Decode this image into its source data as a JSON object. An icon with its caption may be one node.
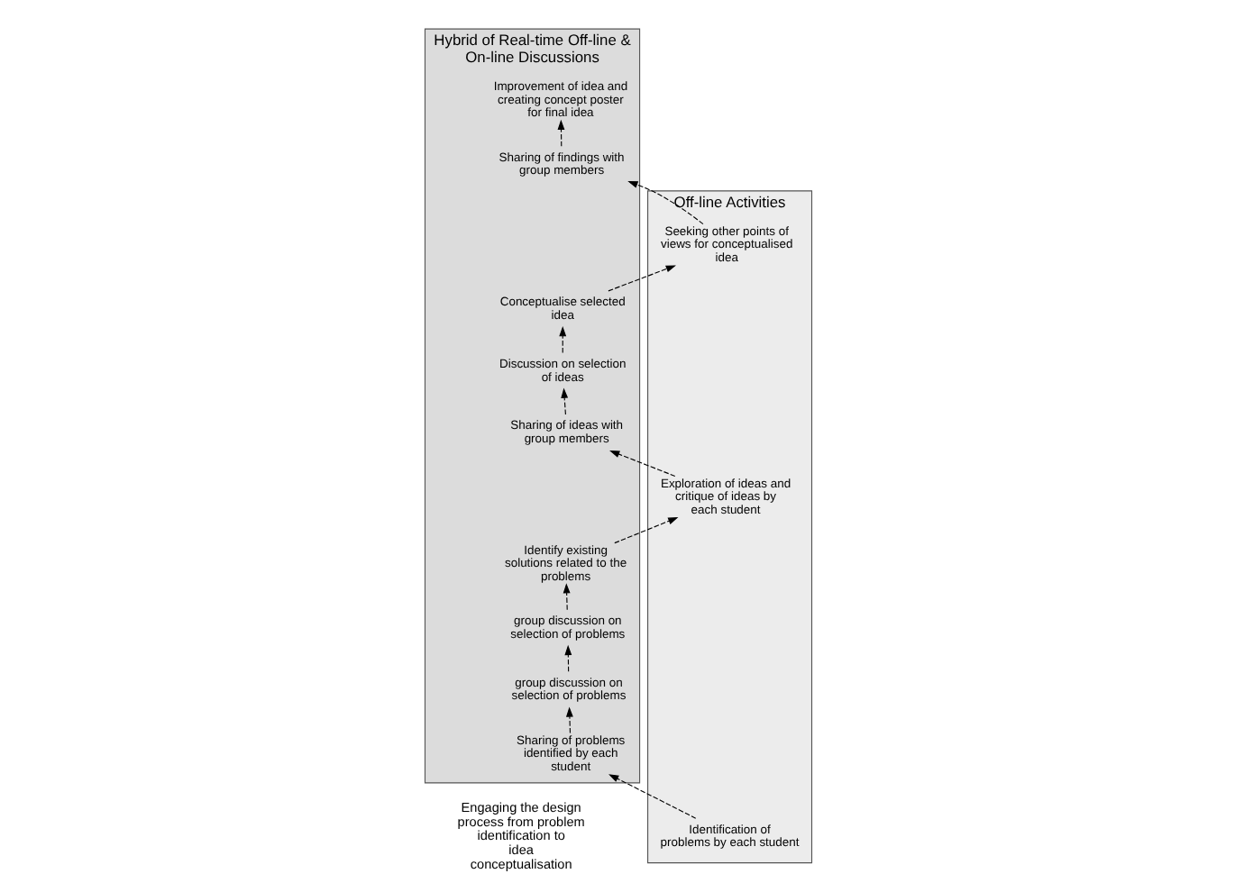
{
  "diagram": {
    "nodes": [
      {
        "text": [
          "Off-line Activities"
        ]
      },
      {
        "text": [
          "Hybrid of Real-time Off-line & On-line Discussions"
        ]
      },
      {
        "text": [
          "Improvement of idea and creating concept poster for final idea"
        ],
        "in": 1
      },
      {
        "text": [
          "Sharing of findings with group members"
        ],
        "in": 1
      },
      {
        "text": [
          "Seeking other points of views for conceptualised idea"
        ],
        "in": 0
      },
      {
        "text": [
          "Conceptualise selected idea"
        ],
        "in": 1
      },
      {
        "text": [
          "Discussion on selection of ideas"
        ],
        "in": 1
      },
      {
        "text": [
          "Sharing of ideas with group members"
        ],
        "in": 1
      },
      {
        "text": [
          "Exploration of ideas and critique of ideas by each student"
        ],
        "in": 0
      },
      {
        "text": [
          "Identify existing solutions related to the problems"
        ],
        "in": 1
      },
      {
        "text": [
          "group discussion on selection of problems"
        ],
        "in": 1
      },
      {
        "text": [
          "group discussion on selection of problems"
        ],
        "in": 1
      },
      {
        "text": [
          "Identification of problems by each student"
        ],
        "in": 0
      },
      {
        "text": [
          "Sharing of problems identified by each student"
        ],
        "in": 1
      }
    ],
    "edges": [
      {
        "from": 12,
        "to": 13,
        "arrow": "to",
        "style": "dashed"
      },
      {
        "from": 13,
        "to": 11,
        "arrow": "to",
        "style": "dashed"
      },
      {
        "from": 11,
        "to": 10,
        "arrow": "to",
        "style": "dashed"
      },
      {
        "from": 10,
        "to": 9,
        "arrow": "to",
        "style": "dashed"
      },
      {
        "from": 9,
        "to": 8,
        "arrow": "to",
        "style": "dashed"
      },
      {
        "from": 8,
        "to": 7,
        "arrow": "to",
        "style": "dashed"
      },
      {
        "from": 7,
        "to": 6,
        "arrow": "to",
        "style": "dashed"
      },
      {
        "from": 6,
        "to": 5,
        "arrow": "to",
        "style": "dashed"
      },
      {
        "from": 5,
        "to": 4,
        "arrow": "to",
        "style": "dashed"
      },
      {
        "from": 4,
        "to": 3,
        "arrow": "to",
        "style": "dashed"
      },
      {
        "from": 3,
        "to": 2,
        "arrow": "to",
        "style": "dashed"
      }
    ],
    "labels": [
      "Engaging the design process from problem identification to idea conceptualisation"
    ]
  }
}
